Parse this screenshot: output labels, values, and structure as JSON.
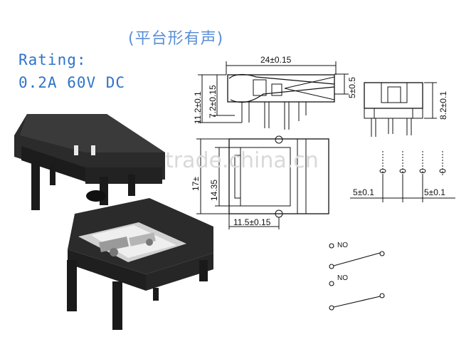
{
  "header": {
    "title": "(平台形有声)",
    "rating_label": "Rating:",
    "rating_value": "0.2A  60V  DC"
  },
  "watermark": "trade.china.cn",
  "dimensions": {
    "width_top": "24±0.15",
    "height_total": "11.2±0.1",
    "height_inner": "7.2±0.15",
    "lever_offset": "5±0.5",
    "side_height": "8.2±0.1",
    "plan_height": "17±",
    "plan_inner": "14.35",
    "plan_width": "11.5±0.15",
    "pin_pitch_left": "5±0.1",
    "pin_pitch_right": "5±0.1"
  },
  "schematic": {
    "label_top": "NO",
    "label_bottom": "NO"
  },
  "colors": {
    "title": "#5a8fd6",
    "rating": "#2e74c9",
    "watermark": "#d9d9d9",
    "switch_body": "#2b2b2b"
  }
}
